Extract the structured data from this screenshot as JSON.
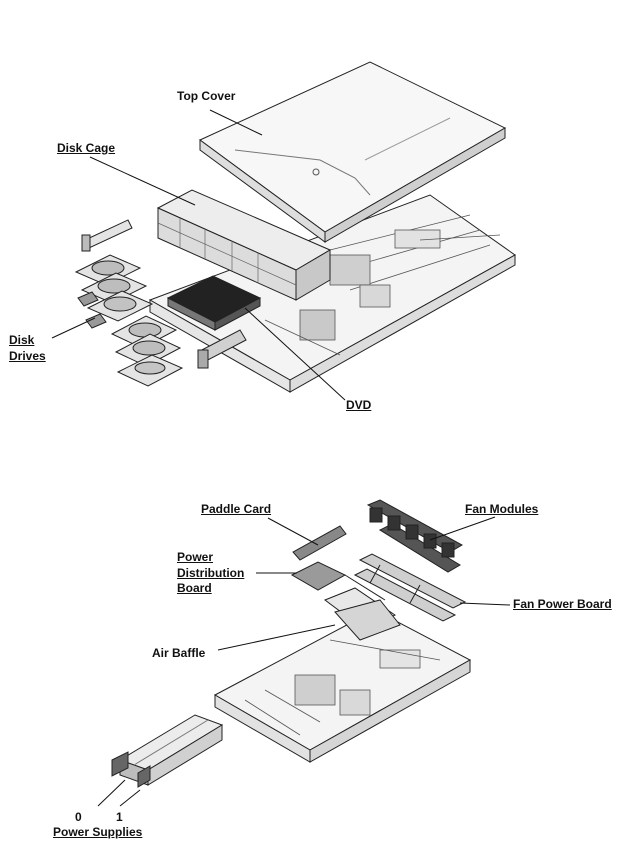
{
  "diagram": {
    "top_view": {
      "labels": {
        "top_cover": "Top Cover",
        "disk_cage": "Disk Cage",
        "disk_drives_line1": "Disk",
        "disk_drives_line2": "Drives",
        "dvd": "DVD"
      }
    },
    "bottom_view": {
      "labels": {
        "paddle_card": "Paddle Card",
        "fan_modules": "Fan Modules",
        "pdb_line1": "Power",
        "pdb_line2": "Distribution",
        "pdb_line3": "Board",
        "fan_power_board": "Fan Power Board",
        "air_baffle": "Air Baffle",
        "psu_0": "0",
        "psu_1": "1",
        "power_supplies": "Power Supplies"
      }
    }
  }
}
